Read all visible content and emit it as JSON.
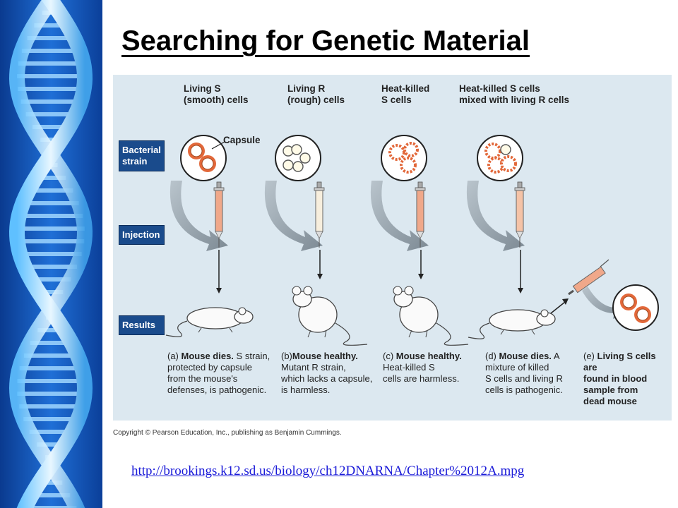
{
  "slide": {
    "title": "Searching for Genetic Material",
    "link": "http://brookings.k12.sd.us/biology/ch12DNARNA/Chapter%2012A.mpg",
    "copyright": "Copyright © Pearson Education, Inc., publishing as Benjamin Cummings."
  },
  "rows": {
    "bacterial_strain": "Bacterial\nstrain",
    "injection": "Injection",
    "results": "Results"
  },
  "columns": [
    {
      "header": "Living S\n(smooth) cells"
    },
    {
      "header": "Living R\n(rough) cells"
    },
    {
      "header": "Heat-killed\nS cells"
    },
    {
      "header": "Heat-killed S cells\nmixed with living R cells"
    }
  ],
  "capsule_label": "Capsule",
  "results": [
    {
      "letter": "(a)",
      "lead": "Mouse dies.",
      "rest": " S strain,\nprotected by capsule\nfrom the mouse's\ndefenses, is pathogenic."
    },
    {
      "letter": "(b)",
      "lead": "Mouse healthy.",
      "rest": "\nMutant R strain,\nwhich lacks a capsule,\nis harmless."
    },
    {
      "letter": "(c)",
      "lead": "Mouse healthy.",
      "rest": "\nHeat-killed S\ncells are harmless."
    },
    {
      "letter": "(d)",
      "lead": "Mouse dies.",
      "rest": " A\nmixture of killed\nS cells and living R\ncells is pathogenic."
    },
    {
      "letter": "(e)",
      "lead": "Living S cells are\nfound in blood\nsample from\ndead mouse",
      "rest": ""
    }
  ],
  "colors": {
    "panel_bg": "#dce8f0",
    "label_box": "#1a4b8c",
    "capsule_orange": "#e2683a",
    "link_blue": "#1a1ad8"
  }
}
